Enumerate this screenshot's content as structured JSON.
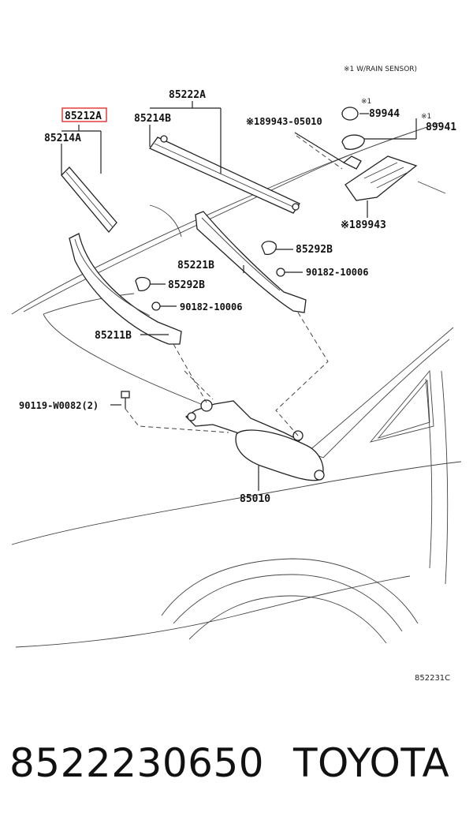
{
  "diagram": {
    "note_rain_sensor": "※1 W/RAIN SENSOR)",
    "labels": {
      "p85212A": "85212A",
      "p85214A": "85214A",
      "p85222A": "85222A",
      "p85214B": "85214B",
      "p89943_05010": "※189943-05010",
      "p89944_mark": "※1",
      "p89944": "89944",
      "p89941_mark": "※1",
      "p89941": "89941",
      "p89943": "※189943",
      "p85292B_top": "85292B",
      "p85221B": "85221B",
      "p90182_top": "90182-10006",
      "p85292B_mid": "85292B",
      "p90182_mid": "90182-10006",
      "p85211B": "85211B",
      "p90119": "90119-W0082(2)",
      "p85010": "85010"
    },
    "figure_code": "852231C",
    "highlight_color": "#e03030"
  },
  "footer": {
    "part_number": "8522230650",
    "brand": "TOYOTA"
  }
}
